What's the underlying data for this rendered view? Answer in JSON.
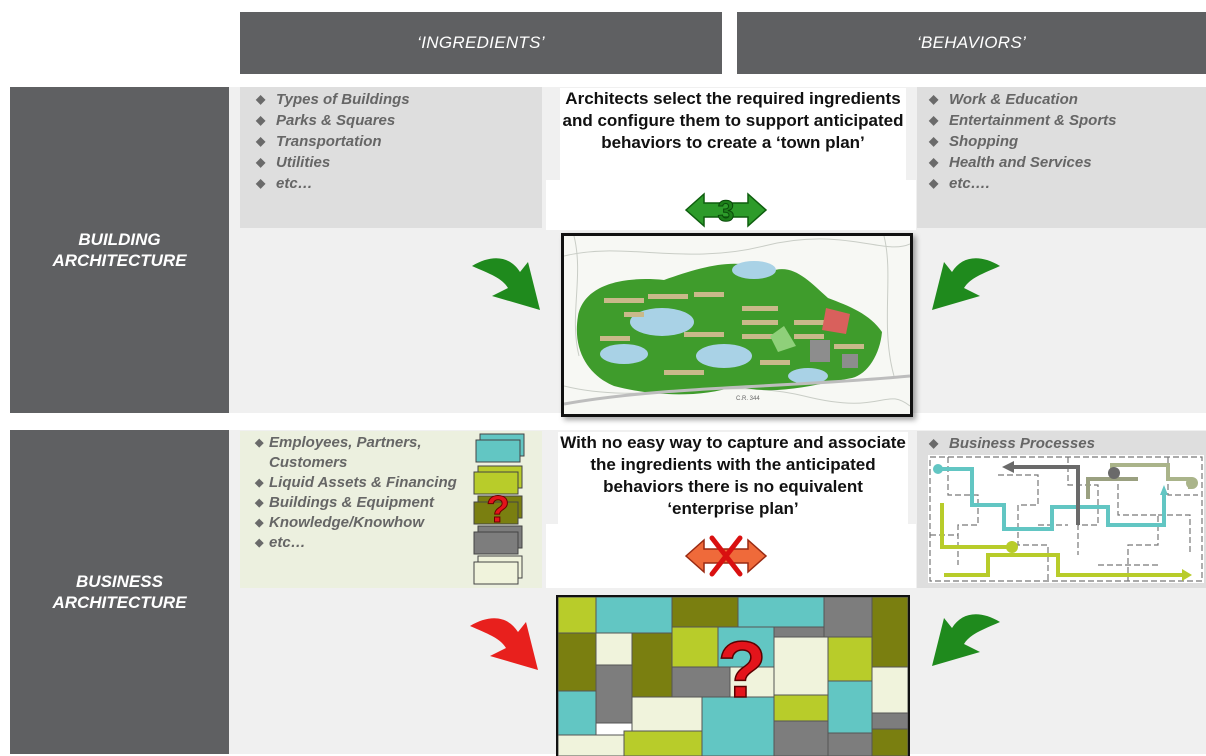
{
  "headers": {
    "ingredients": "‘INGREDIENTS’",
    "behaviors": "‘BEHAVIORS’"
  },
  "rows": {
    "building": {
      "label_line1": "BUILDING",
      "label_line2": "ARCHITECTURE",
      "ingredients": [
        "Types of Buildings",
        "Parks & Squares",
        "Transportation",
        "Utilities",
        "etc…"
      ],
      "behaviors": [
        "Work & Education",
        "Entertainment & Sports",
        "Shopping",
        "Health and Services",
        "etc…."
      ],
      "center_text": "Architects select the required ingredients and configure them to support anticipated behaviors to create a ‘town plan’",
      "arrow_number": "3",
      "plan_road_label": "C.R. 344"
    },
    "business": {
      "label_line1": "BUSINESS",
      "label_line2": "ARCHITECTURE",
      "ingredients": [
        "Employees, Partners, Customers",
        "Liquid Assets & Financing",
        "Buildings & Equipment",
        "Knowledge/Knowhow",
        "etc…"
      ],
      "behaviors": [
        "Business Processes"
      ],
      "center_text": "With no easy way to capture and associate the ingredients with the anticipated behaviors there is no equivalent ‘enterprise plan’",
      "question_mark": "?"
    }
  },
  "colors": {
    "header_bg": "#5f6062",
    "teal": "#62c6c3",
    "lime": "#b8cc2a",
    "olive": "#7a7f10",
    "gray": "#7d7d7d",
    "cream": "#f0f3dc",
    "green_arrow": "#1f8a1d",
    "red_arrow": "#e8201d",
    "question_red": "#e3141b"
  }
}
